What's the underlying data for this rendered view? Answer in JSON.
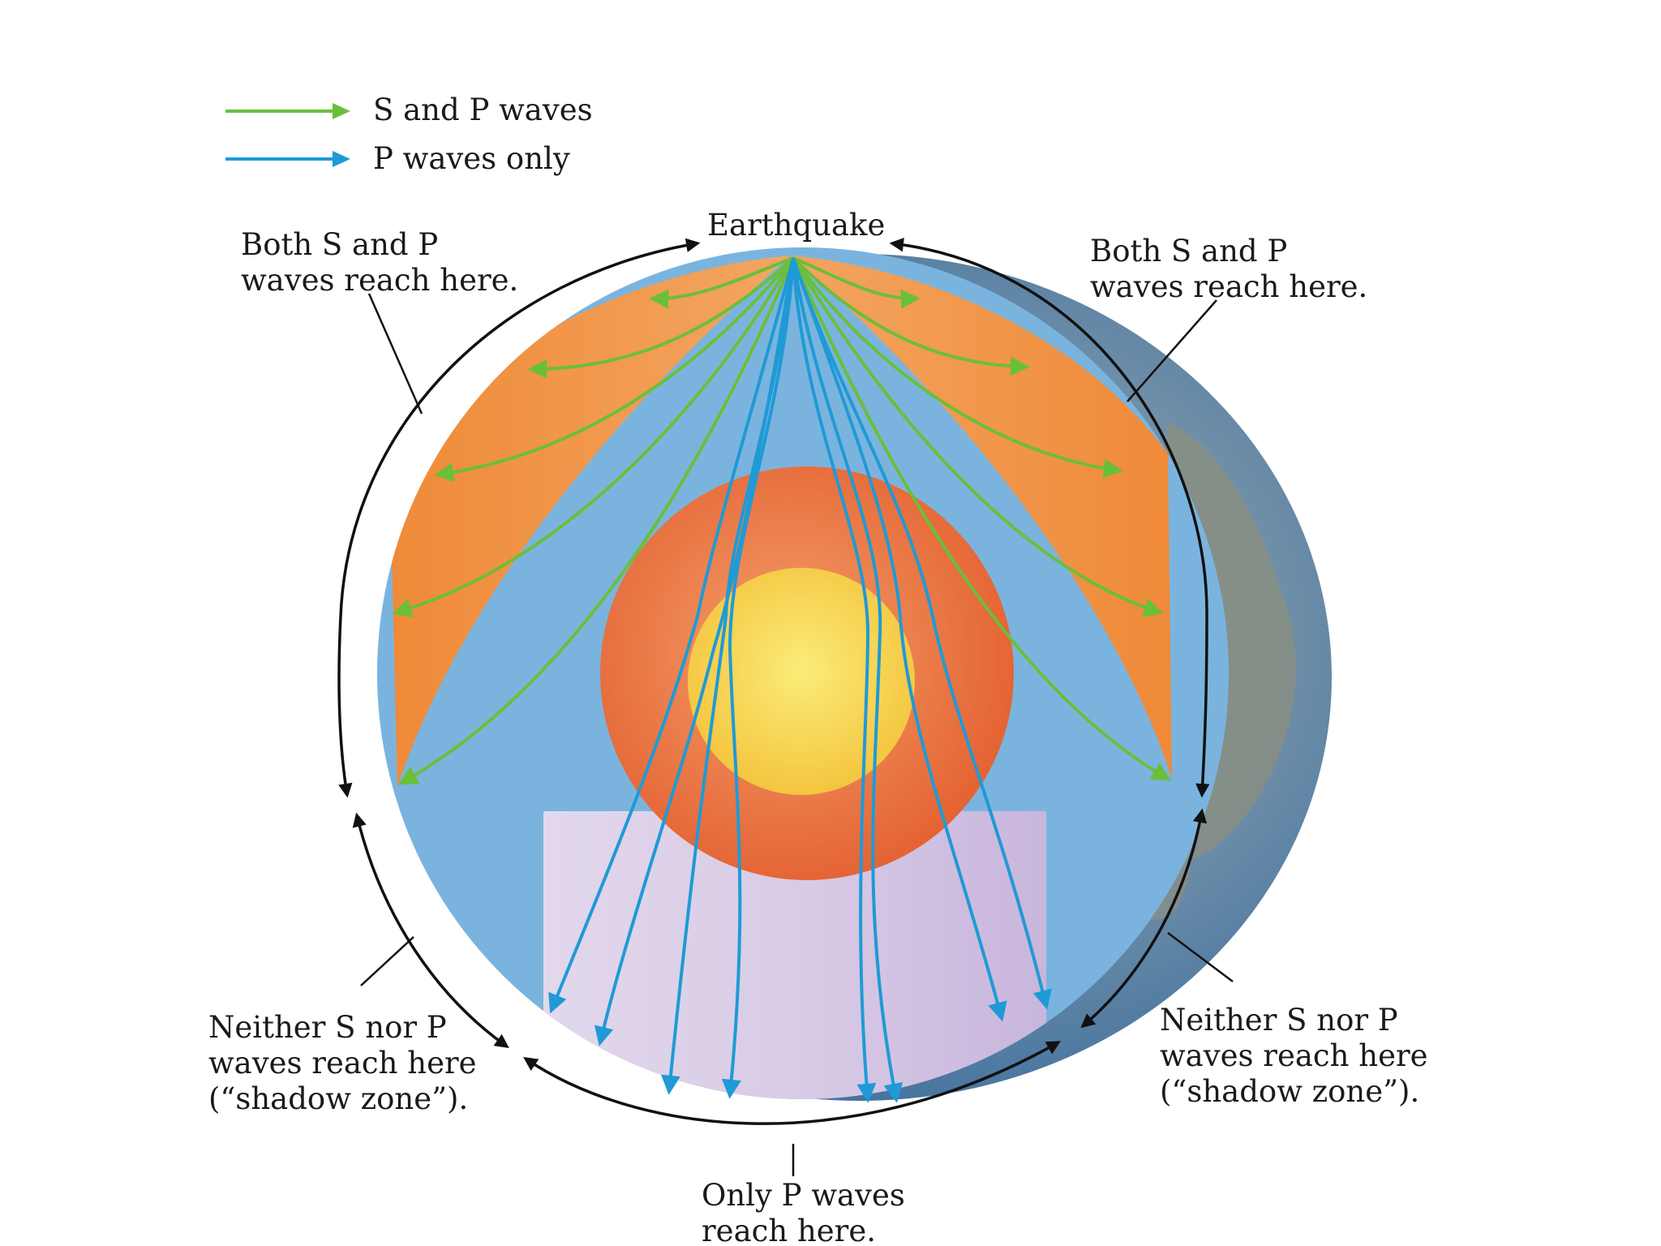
{
  "legend": {
    "items": [
      {
        "label": "S and P waves",
        "color": "#6abf3a",
        "icon": "green-arrow-icon"
      },
      {
        "label": "P waves only",
        "color": "#1f9ad6",
        "icon": "blue-arrow-icon"
      }
    ]
  },
  "labels": {
    "earthquake": "Earthquake",
    "both_left": [
      "Both S and P",
      "waves reach here."
    ],
    "both_right": [
      "Both S and P",
      "waves reach here."
    ],
    "shadow_left": [
      "Neither S nor P",
      "waves reach here",
      "(“shadow zone”)."
    ],
    "shadow_right": [
      "Neither S nor P",
      "waves reach here",
      "(“shadow zone”)."
    ],
    "only_p": [
      "Only P waves",
      "reach here."
    ]
  },
  "colors": {
    "mantle_orange": "#f0913f",
    "shadow_blue": "#7ab4de",
    "outer_core": "#e96a3a",
    "inner_core": "#f7d84a",
    "bottom_lavender": "#d9cde6",
    "earth_surface": "#5f8fbd",
    "s_and_p_wave": "#6abf3a",
    "p_wave": "#1f9ad6"
  }
}
